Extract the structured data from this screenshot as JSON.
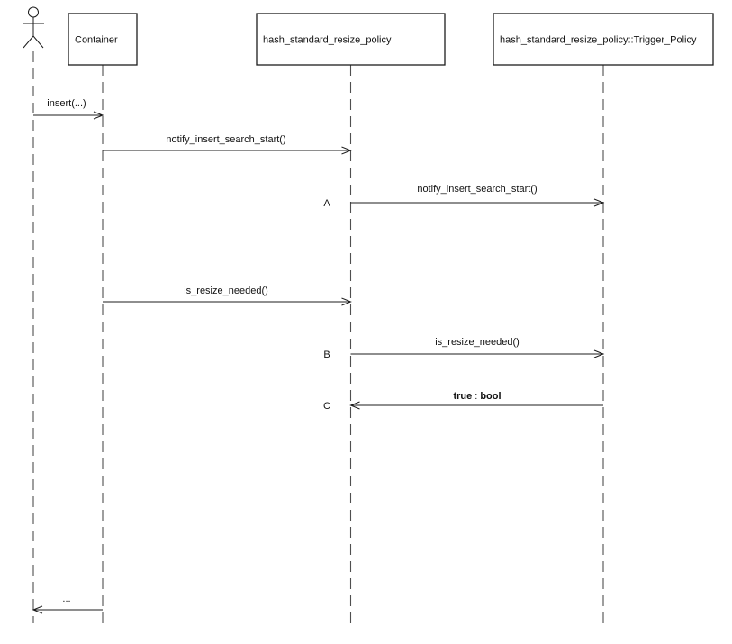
{
  "colors": {
    "background": "#ffffff",
    "line": "#1c1c1c",
    "lifeline": "#4f4f4f",
    "box_fill": "#ffffff",
    "text": "#111111"
  },
  "participants": [
    {
      "label": "Container"
    },
    {
      "label": "hash_standard_resize_policy"
    },
    {
      "label": "hash_standard_resize_policy::Trigger_Policy"
    }
  ],
  "messages": [
    {
      "label": "insert(...)"
    },
    {
      "label": "notify_insert_search_start()"
    },
    {
      "tag": "A",
      "label": "notify_insert_search_start()"
    },
    {
      "label": "is_resize_needed()"
    },
    {
      "tag": "B",
      "label": "is_resize_needed()"
    },
    {
      "tag": "C",
      "value": "true",
      "separator": ":",
      "type": "bool"
    },
    {
      "label": "..."
    }
  ]
}
